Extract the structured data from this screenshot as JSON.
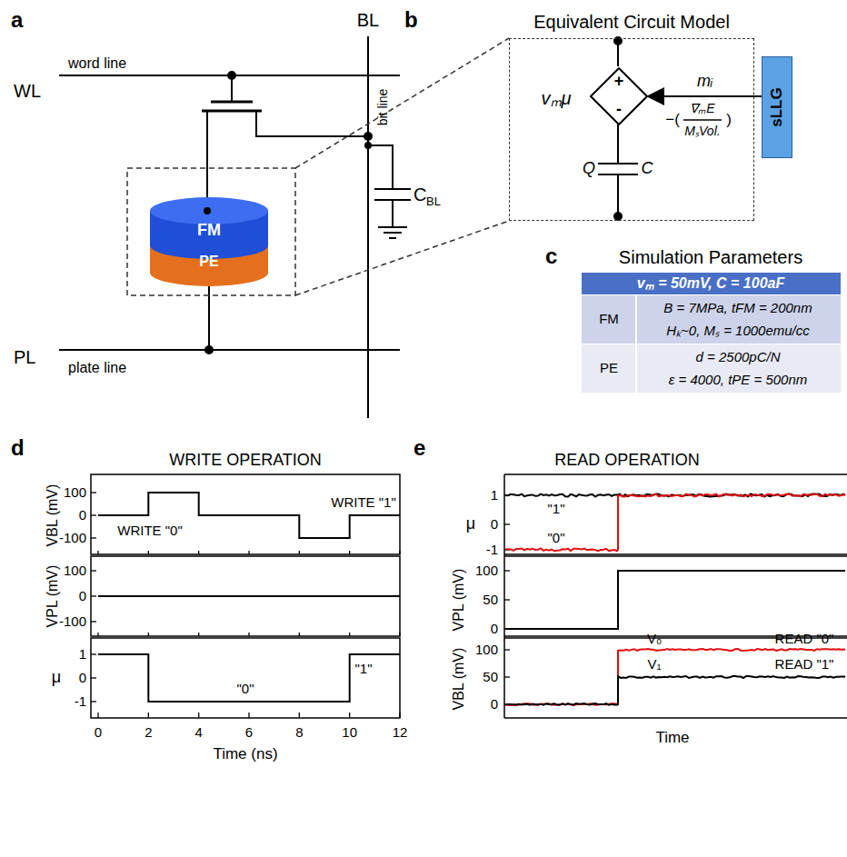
{
  "diagram": {
    "nodes": [
      {
        "text": [
          "Equivalent Circuit Model"
        ]
      },
      {
        "text": [
          "+",
          "-"
        ],
        "in": 0
      },
      {
        "text": [
          "sLLG"
        ]
      }
    ],
    "edges": [
      {
        "from": 2,
        "to": 1,
        "arrow": "to",
        "label": "mᵢ"
      }
    ],
    "labels": [
      "a",
      "WL",
      "word line",
      "BL",
      "bit line",
      "C",
      "BL",
      "FM",
      "PE",
      "PL",
      "plate line",
      "b",
      "vₘμ",
      "−(",
      "∇ₘE",
      "MₛVol.",
      ")",
      "Q",
      "C",
      "c",
      "Simulation Parameters",
      "vₘ = 50mV, C = 100aF",
      "FM",
      "B = 7MPa, tFM = 200nm",
      "Hₖ~0, Mₛ = 1000emu/cc",
      "PE",
      "d = 2500pC/N",
      "ε = 4000, tPE = 500nm",
      "d",
      "WRITE OPERATION",
      "VBL (mV)",
      "100",
      "0",
      "-100",
      "VPL (mV)",
      "100",
      "0",
      "-100",
      "μ",
      "1",
      "0",
      "-1",
      "0",
      "2",
      "4",
      "6",
      "8",
      "10",
      "12",
      "Time (ns)",
      "WRITE \"0\"",
      "WRITE \"1\"",
      "\"0\"",
      "\"1\"",
      "e",
      "READ OPERATION",
      "μ",
      "1",
      "0",
      "-1",
      "VPL (mV)",
      "100",
      "50",
      "0",
      "VBL (mV)",
      "100",
      "50",
      "0",
      "Time",
      "\"1\"",
      "\"0\"",
      "V₀",
      "V₁",
      "READ \"0\"",
      "READ \"1\""
    ]
  }
}
